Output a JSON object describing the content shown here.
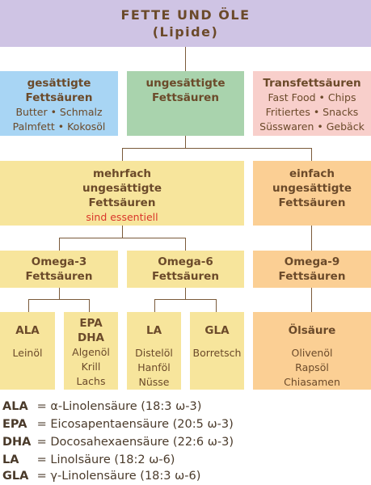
{
  "top": {
    "line1": "FETTE UND ÖLE",
    "line2": "(Lipide)"
  },
  "row2": {
    "saturated": {
      "title1": "gesättigte",
      "title2": "Fettsäuren",
      "text1": "Butter • Schmalz",
      "text2": "Palmfett • Kokosöl"
    },
    "unsaturated": {
      "title1": "ungesättigte",
      "title2": "Fettsäuren"
    },
    "trans": {
      "title1": "Transfettsäuren",
      "text1": "Fast Food • Chips",
      "text2": "Fritiertes • Snacks",
      "text3": "Süsswaren • Gebäck"
    }
  },
  "row3": {
    "poly": {
      "title1": "mehrfach",
      "title2": "ungesättigte",
      "title3": "Fettsäuren",
      "note": "sind essentiell"
    },
    "mono": {
      "title1": "einfach",
      "title2": "ungesättigte",
      "title3": "Fettsäuren"
    }
  },
  "row4": {
    "omega3": {
      "title1": "Omega-3",
      "title2": "Fettsäuren"
    },
    "omega6": {
      "title1": "Omega-6",
      "title2": "Fettsäuren"
    },
    "omega9": {
      "title1": "Omega-9",
      "title2": "Fettsäuren"
    }
  },
  "row5": {
    "ala": {
      "title": "ALA",
      "text1": "Leinöl"
    },
    "epadha": {
      "title1": "EPA",
      "title2": "DHA",
      "text1": "Algenöl",
      "text2": "Krill",
      "text3": "Lachs"
    },
    "la": {
      "title": "LA",
      "text1": "Distelöl",
      "text2": "Hanföl",
      "text3": "Nüsse"
    },
    "gla": {
      "title": "GLA",
      "text1": "Borretsch"
    },
    "oleic": {
      "title": "Ölsäure",
      "text1": "Olivenöl",
      "text2": "Rapsöl",
      "text3": "Chiasamen"
    }
  },
  "legend": [
    {
      "abbr": "ALA",
      "eq": "=",
      "desc": "α-Linolensäure (18:3 ω-3)"
    },
    {
      "abbr": "EPA",
      "eq": "=",
      "desc": "Eicosapentaensäure (20:5 ω-3)"
    },
    {
      "abbr": "DHA",
      "eq": "=",
      "desc": "Docosahexaensäure (22:6 ω-3)"
    },
    {
      "abbr": "LA",
      "eq": "=",
      "desc": "Linolsäure (18:2 ω-6)"
    },
    {
      "abbr": "GLA",
      "eq": "=",
      "desc": "γ-Linolensäure (18:3 ω-6)"
    }
  ]
}
